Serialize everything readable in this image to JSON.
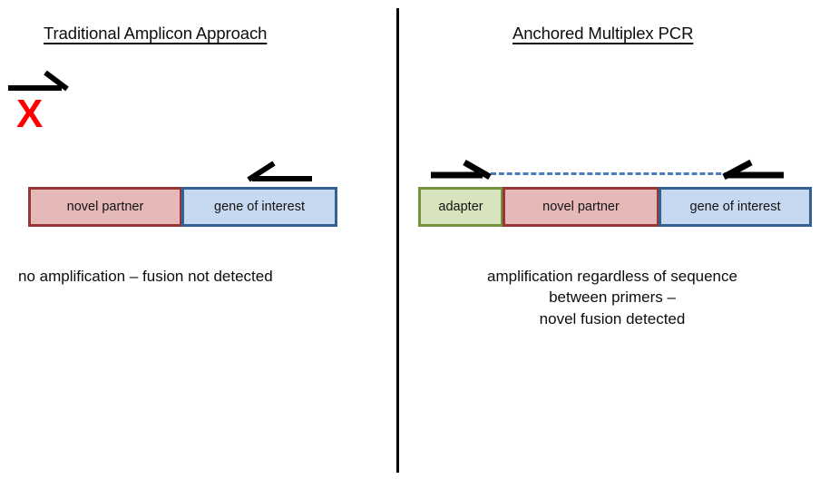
{
  "figure": {
    "divider_color": "#000000",
    "background": "#ffffff"
  },
  "panels": [
    {
      "id": "traditional",
      "title": "Traditional Amplicon Approach",
      "caption": "no amplification – fusion not detected",
      "marker": "X",
      "marker_color": "#ff0000",
      "blocks": [
        {
          "label": "novel partner",
          "fill": "#e6b9b8",
          "stroke": "#953735"
        },
        {
          "label": "gene of interest",
          "fill": "#c6d9f0",
          "stroke": "#376092"
        }
      ],
      "primers": [
        {
          "name": "forward-primer",
          "direction": "right"
        },
        {
          "name": "reverse-primer",
          "direction": "left"
        }
      ]
    },
    {
      "id": "anchored",
      "title": "Anchored Multiplex PCR",
      "caption_lines": [
        "amplification regardless of sequence",
        "between primers –",
        "novel fusion detected"
      ],
      "blocks": [
        {
          "label": "adapter",
          "fill": "#d7e4bd",
          "stroke": "#76923c"
        },
        {
          "label": "novel partner",
          "fill": "#e6b9b8",
          "stroke": "#953735"
        },
        {
          "label": "gene of interest",
          "fill": "#c6d9f0",
          "stroke": "#376092"
        }
      ],
      "primers": [
        {
          "name": "forward-primer",
          "direction": "right"
        },
        {
          "name": "reverse-primer",
          "direction": "left"
        }
      ],
      "amplicon_line": {
        "style": "dashed",
        "color": "#4a7ebb"
      }
    }
  ]
}
